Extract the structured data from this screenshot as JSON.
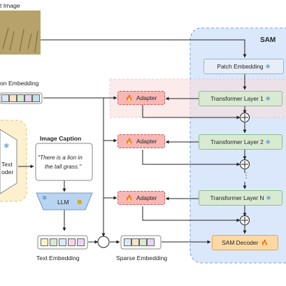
{
  "input_image_label": "t Image",
  "sam_title": "SAM",
  "patch_embedding": "Patch Embedding",
  "transformer_layers": [
    "Transformer Layer 1",
    "Transformer Layer 2",
    "Transformer Layer N"
  ],
  "adapter_label": "Adapter",
  "decoder": "SAM Decoder",
  "image_caption_title": "Image Caption",
  "caption_text_line1": "\"There is a lion in",
  "caption_text_line2": "the tall grass.\"",
  "llm_label": "LLM",
  "text_encoder_line1": "Text",
  "text_encoder_line2": "oder",
  "top_embedding_label": "on Embedding",
  "text_embedding_label": "Text Embedding",
  "sparse_embedding_label": "Sparse Embedding",
  "ellipsis": "⋮",
  "colors": {
    "sam_bg": "#dbe8fb",
    "adapter": "#f7b7b5",
    "transformer": "#d8ead2",
    "decoder": "#fcd9a4",
    "encoder_bg": "#fdf0cf",
    "llm": "#b9d4f0"
  },
  "icons": [
    "snowflake-icon",
    "fire-icon",
    "smiley-icon",
    "plus-circle-icon"
  ]
}
